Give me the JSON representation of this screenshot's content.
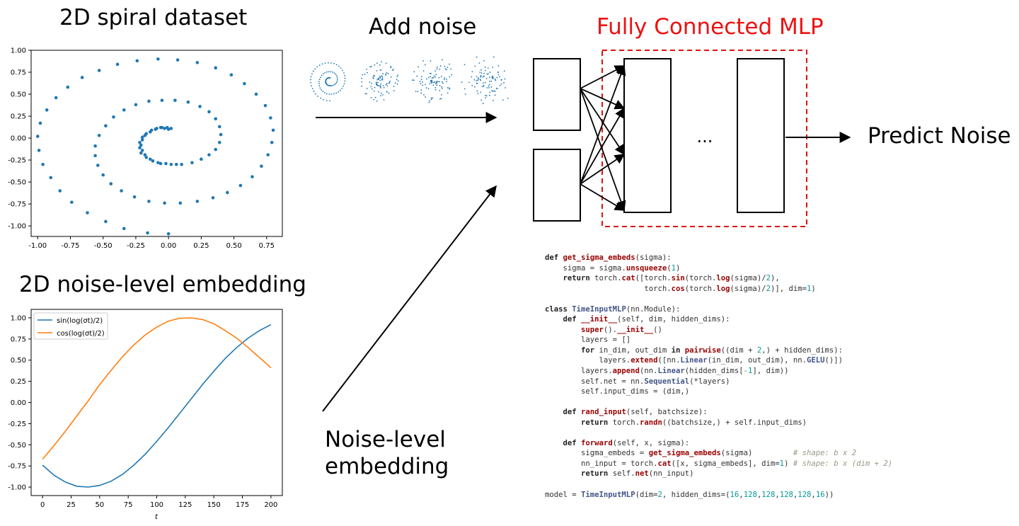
{
  "headings": {
    "spiral_title": "2D spiral dataset",
    "add_noise": "Add noise",
    "mlp_title": "Fully Connected MLP",
    "embed_title": "2D noise-level embedding",
    "predict_noise": "Predict Noise",
    "noise_level_line1": "Noise-level",
    "noise_level_line2": "embedding",
    "ellipsis": "..."
  },
  "colors": {
    "series_blue": "#1f77b4",
    "series_orange": "#ff7f0e",
    "mlp_title_red": "#ee1111",
    "dashed_box_red": "#dd1111"
  },
  "code_tokens": {
    "def": "def",
    "class": "class",
    "return": "return",
    "for": "for",
    "in": "in",
    "get_sigma_embeds": "get_sigma_embeds",
    "unsqueeze": "unsqueeze",
    "cat": "cat",
    "sin": "sin",
    "cos": "cos",
    "log": "log",
    "TimeInputMLP": "TimeInputMLP",
    "init": "__init__",
    "super": "super",
    "pairwise": "pairwise",
    "extend": "extend",
    "Linear": "Linear",
    "GELU": "GELU",
    "append": "append",
    "Sequential": "Sequential",
    "rand_input": "rand_input",
    "randn": "randn",
    "forward": "forward",
    "net": "net",
    "n1": "1",
    "n2": "2",
    "neg1": "-1",
    "n16": "16",
    "n128": "128",
    "cm_shape1": "# shape: b x 2",
    "cm_shape2": "# shape: b x (dim + 2)"
  },
  "chart_data": [
    {
      "type": "scatter",
      "title": "",
      "xlabel": "",
      "ylabel": "",
      "xlim": [
        -1.05,
        0.87
      ],
      "ylim": [
        -1.12,
        1.0
      ],
      "xticks": [
        "-1.00",
        "-0.75",
        "-0.50",
        "-0.25",
        "0.00",
        "0.25",
        "0.50",
        "0.75"
      ],
      "yticks": [
        "1.00",
        "0.75",
        "0.50",
        "0.25",
        "0.00",
        "-0.25",
        "-0.50",
        "-0.75",
        "-1.00"
      ],
      "points": [
        [
          0.0,
          -1.09
        ],
        [
          -0.16,
          -1.08
        ],
        [
          -0.34,
          -1.03
        ],
        [
          -0.48,
          -0.95
        ],
        [
          -0.62,
          -0.85
        ],
        [
          -0.74,
          -0.73
        ],
        [
          -0.83,
          -0.6
        ],
        [
          -0.9,
          -0.45
        ],
        [
          -0.96,
          -0.3
        ],
        [
          -0.99,
          -0.14
        ],
        [
          -1.0,
          0.02
        ],
        [
          -0.98,
          0.17
        ],
        [
          -0.93,
          0.32
        ],
        [
          -0.86,
          0.46
        ],
        [
          -0.77,
          0.58
        ],
        [
          -0.66,
          0.69
        ],
        [
          -0.53,
          0.77
        ],
        [
          -0.39,
          0.84
        ],
        [
          -0.24,
          0.88
        ],
        [
          -0.08,
          0.9
        ],
        [
          0.07,
          0.89
        ],
        [
          0.22,
          0.86
        ],
        [
          0.36,
          0.8
        ],
        [
          0.48,
          0.72
        ],
        [
          0.58,
          0.62
        ],
        [
          0.67,
          0.5
        ],
        [
          0.74,
          0.37
        ],
        [
          0.78,
          0.23
        ],
        [
          0.8,
          0.09
        ],
        [
          0.79,
          -0.05
        ],
        [
          0.76,
          -0.19
        ],
        [
          0.71,
          -0.32
        ],
        [
          0.64,
          -0.44
        ],
        [
          0.55,
          -0.54
        ],
        [
          0.45,
          -0.62
        ],
        [
          0.34,
          -0.68
        ],
        [
          0.22,
          -0.72
        ],
        [
          0.09,
          -0.74
        ],
        [
          -0.03,
          -0.74
        ],
        [
          -0.15,
          -0.72
        ],
        [
          -0.26,
          -0.67
        ],
        [
          -0.36,
          -0.6
        ],
        [
          -0.44,
          -0.52
        ],
        [
          -0.5,
          -0.42
        ],
        [
          -0.54,
          -0.31
        ],
        [
          -0.56,
          -0.2
        ],
        [
          -0.56,
          -0.09
        ],
        [
          -0.53,
          0.03
        ],
        [
          -0.48,
          0.14
        ],
        [
          -0.42,
          0.24
        ],
        [
          -0.34,
          0.32
        ],
        [
          -0.25,
          0.38
        ],
        [
          -0.15,
          0.42
        ],
        [
          -0.05,
          0.43
        ],
        [
          0.05,
          0.43
        ],
        [
          0.15,
          0.41
        ],
        [
          0.24,
          0.36
        ],
        [
          0.31,
          0.3
        ],
        [
          0.36,
          0.22
        ],
        [
          0.39,
          0.13
        ],
        [
          0.4,
          0.04
        ],
        [
          0.39,
          -0.05
        ],
        [
          0.36,
          -0.13
        ],
        [
          0.31,
          -0.19
        ],
        [
          0.25,
          -0.24
        ],
        [
          0.18,
          -0.28
        ],
        [
          0.1,
          -0.3
        ],
        [
          0.02,
          -0.3
        ],
        [
          -0.06,
          -0.29
        ],
        [
          -0.12,
          -0.26
        ],
        [
          -0.17,
          -0.22
        ],
        [
          -0.21,
          -0.17
        ],
        [
          -0.22,
          -0.11
        ],
        [
          -0.22,
          -0.05
        ],
        [
          -0.2,
          0.01
        ],
        [
          -0.17,
          0.05
        ],
        [
          -0.13,
          0.09
        ],
        [
          -0.09,
          0.11
        ],
        [
          -0.05,
          0.12
        ],
        [
          -0.01,
          0.12
        ],
        [
          0.02,
          0.11
        ],
        [
          0.0,
          0.1
        ],
        [
          -0.03,
          0.11
        ],
        [
          -0.06,
          0.12
        ],
        [
          -0.1,
          0.1
        ],
        [
          -0.14,
          0.07
        ],
        [
          -0.18,
          0.03
        ],
        [
          -0.2,
          -0.02
        ],
        [
          -0.21,
          -0.08
        ],
        [
          -0.2,
          -0.14
        ],
        [
          -0.18,
          -0.19
        ],
        [
          -0.14,
          -0.24
        ],
        [
          -0.08,
          -0.28
        ],
        [
          -0.02,
          -0.29
        ],
        [
          0.06,
          -0.3
        ]
      ]
    },
    {
      "type": "line",
      "title": "",
      "xlabel": "t",
      "ylabel": "",
      "xlim": [
        -10,
        210
      ],
      "ylim": [
        -1.1,
        1.1
      ],
      "xticks": [
        "0",
        "25",
        "50",
        "75",
        "100",
        "125",
        "150",
        "175",
        "200"
      ],
      "yticks": [
        "1.00",
        "0.75",
        "0.50",
        "0.25",
        "0.00",
        "-0.25",
        "-0.50",
        "-0.75",
        "-1.00"
      ],
      "legend": "top-left",
      "series": [
        {
          "name": "sin(log(σt)/2)",
          "color": "#1f77b4",
          "x": [
            0,
            10,
            20,
            30,
            40,
            50,
            60,
            70,
            80,
            90,
            100,
            110,
            120,
            130,
            140,
            150,
            160,
            170,
            180,
            190,
            200
          ],
          "y": [
            -0.74,
            -0.86,
            -0.94,
            -0.99,
            -1.0,
            -0.98,
            -0.93,
            -0.85,
            -0.74,
            -0.61,
            -0.46,
            -0.3,
            -0.13,
            0.04,
            0.21,
            0.37,
            0.52,
            0.65,
            0.76,
            0.85,
            0.92
          ]
        },
        {
          "name": "cos(log(σt)/2)",
          "color": "#ff7f0e",
          "x": [
            0,
            10,
            20,
            30,
            40,
            50,
            60,
            70,
            80,
            90,
            100,
            110,
            120,
            130,
            140,
            150,
            160,
            170,
            180,
            190,
            200
          ],
          "y": [
            -0.67,
            -0.51,
            -0.34,
            -0.16,
            0.02,
            0.21,
            0.38,
            0.54,
            0.68,
            0.8,
            0.89,
            0.96,
            0.995,
            1.0,
            0.98,
            0.93,
            0.85,
            0.76,
            0.65,
            0.53,
            0.41
          ]
        }
      ]
    }
  ]
}
